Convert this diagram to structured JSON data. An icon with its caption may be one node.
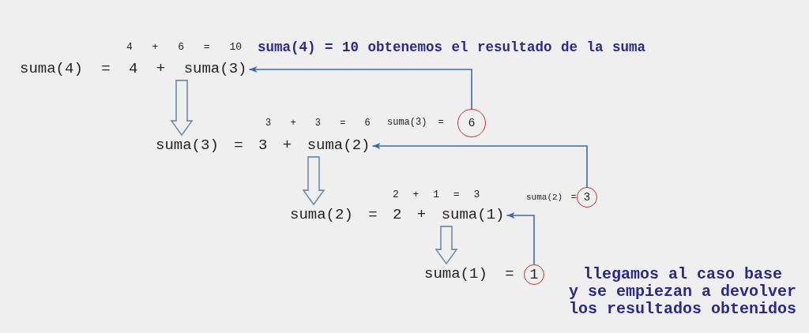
{
  "diagram": {
    "nodes": [
      {
        "text": [
          "suma(4) = 4 + suma(3)"
        ]
      },
      {
        "text": [
          "6"
        ],
        "beside": [
          "suma(3) ="
        ]
      },
      {
        "text": [
          "suma(3) = 3 + suma(2)"
        ]
      },
      {
        "text": [
          "3"
        ],
        "beside": [
          "suma(2) ="
        ]
      },
      {
        "text": [
          "suma(2) = 2 + suma(1)"
        ]
      },
      {
        "text": [
          "suma(1) ="
        ]
      },
      {
        "text": [
          "1"
        ]
      }
    ],
    "edges": [
      {
        "from": 1,
        "to": 0,
        "arrow": "to"
      },
      {
        "from": 0,
        "to": 2,
        "arrow": "to",
        "style": "thick"
      },
      {
        "from": 3,
        "to": 2,
        "arrow": "to"
      },
      {
        "from": 2,
        "to": 4,
        "arrow": "to",
        "style": "thick"
      },
      {
        "from": 6,
        "to": 4,
        "arrow": "to"
      },
      {
        "from": 4,
        "to": 5,
        "arrow": "to",
        "style": "thick"
      }
    ],
    "labels": [
      "4 + 6 = 10",
      "suma(4) = 10 obtenemos el resultado de la suma",
      "3 + 3 = 6",
      "2 + 1 = 3",
      "llegamos al caso base y se empiezan a devolver los resultados obtenidos"
    ]
  }
}
